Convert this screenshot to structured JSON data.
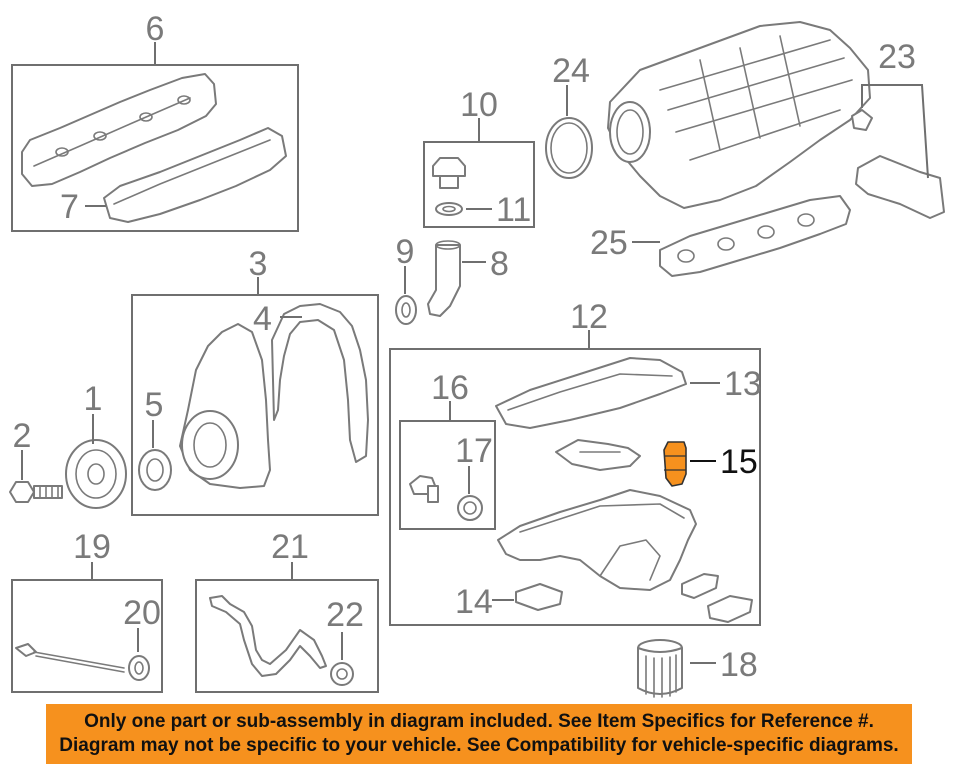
{
  "callouts": {
    "c1": "1",
    "c2": "2",
    "c3": "3",
    "c4": "4",
    "c5": "5",
    "c6": "6",
    "c7": "7",
    "c8": "8",
    "c9": "9",
    "c10": "10",
    "c11": "11",
    "c12": "12",
    "c13": "13",
    "c14": "14",
    "c15": "15",
    "c16": "16",
    "c17": "17",
    "c18": "18",
    "c19": "19",
    "c20": "20",
    "c21": "21",
    "c22": "22",
    "c23": "23",
    "c24": "24",
    "c25": "25"
  },
  "highlight": {
    "part": "15",
    "color": "#f6911e"
  },
  "banner": {
    "line1": "Only one part or sub-assembly in diagram included. See Item Specifics for Reference #.",
    "line2": "Diagram may not be specific to your vehicle. See Compatibility for vehicle-specific diagrams.",
    "background": "#f6911e"
  }
}
